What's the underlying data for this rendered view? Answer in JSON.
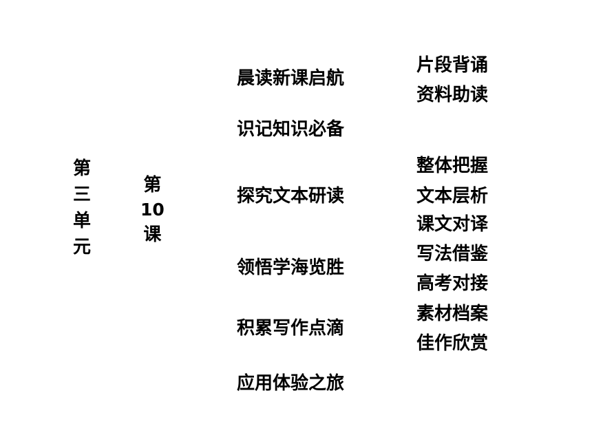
{
  "unit": {
    "chars": [
      "第",
      "三",
      "单",
      "元"
    ]
  },
  "lesson": {
    "parts": [
      "第",
      "10",
      "课"
    ]
  },
  "sections": [
    "晨读新课启航",
    "识记知识必备",
    "探究文本研读",
    "领悟学海览胜",
    "积累写作点滴",
    "应用体验之旅"
  ],
  "subsections": [
    "片段背诵",
    "资料助读",
    "整体把握",
    "文本层析",
    "课文对译",
    "写法借鉴",
    "高考对接",
    "素材档案",
    "佳作欣赏"
  ]
}
